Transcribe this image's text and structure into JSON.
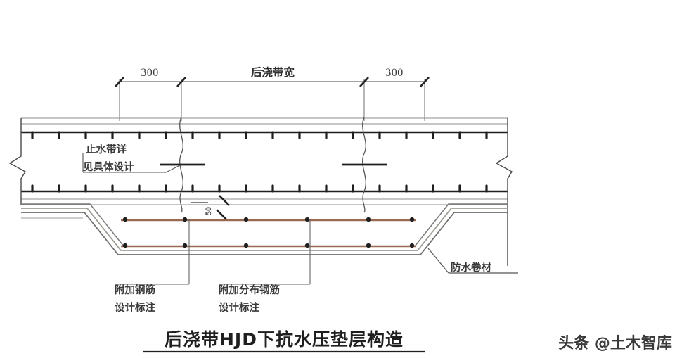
{
  "document": {
    "type": "engineering-detail-drawing",
    "title": "后浇带HJD下抗水压垫层构造",
    "background_color": "#ffffff"
  },
  "dimensions": {
    "left_300": "300",
    "center_span": "后浇带宽",
    "right_300": "300",
    "thickness_50": "50"
  },
  "labels": {
    "waterstop_line1": "止水带详",
    "waterstop_line2": "见具体设计",
    "added_rebar_line1": "附加钢筋",
    "added_rebar_line2": "设计标注",
    "distribution_rebar_line1": "附加分布钢筋",
    "distribution_rebar_line2": "设计标注",
    "waterproof_membrane": "防水卷材"
  },
  "watermark": {
    "text": "头条 @土木智库"
  },
  "colors": {
    "line_dark": "#2b2b2b",
    "line_mid": "#6e6e6e",
    "line_light": "#9b9b9b",
    "rebar_rust": "#9c6a52",
    "membrane_tint": "#b9bfb4",
    "text": "#2e2e2e"
  }
}
